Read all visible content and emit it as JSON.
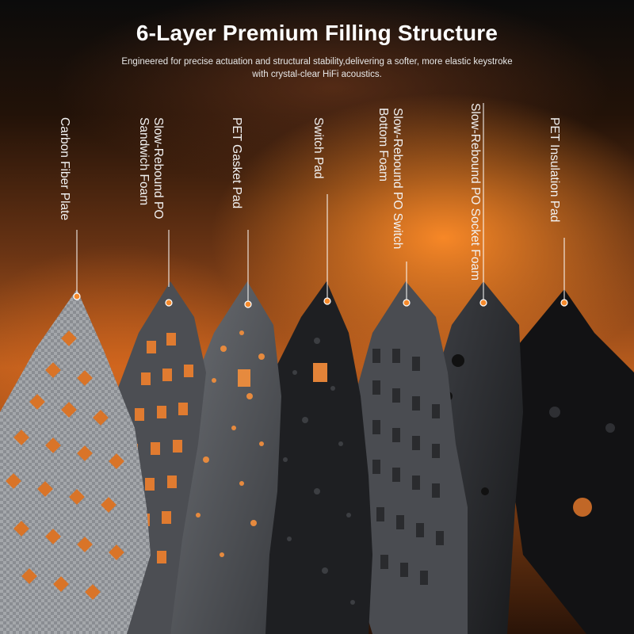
{
  "header": {
    "title": "6-Layer Premium Filling Structure",
    "subtitle": "Engineered for precise actuation and structural stability,delivering a softer, more elastic keystroke with crystal-clear HiFi acoustics."
  },
  "colors": {
    "accent_orange": "#f07a22",
    "leader_dot": "#f58a2c",
    "text_white": "#ffffff"
  },
  "layers": [
    {
      "id": "carbon-fiber-plate",
      "label": "Carbon Fiber Plate",
      "material": "carbon fiber weave",
      "color": "#8e9196"
    },
    {
      "id": "sandwich-foam",
      "label": "Slow-Rebound PO\nSandwich Foam",
      "material": "grey foam",
      "color": "#4f5257"
    },
    {
      "id": "pet-gasket-pad",
      "label": "PET Gasket Pad",
      "material": "grey PET sheet",
      "color": "#5d6065"
    },
    {
      "id": "switch-pad",
      "label": "Switch Pad",
      "material": "black pad",
      "color": "#232427"
    },
    {
      "id": "switch-bottom-foam",
      "label": "Slow-Rebound PO Switch\nBottom Foam",
      "material": "dark grey foam",
      "color": "#3b3d42"
    },
    {
      "id": "socket-foam",
      "label": "Slow-Rebound PO Socket Foam",
      "material": "dark foam",
      "color": "#2b2c30"
    },
    {
      "id": "pet-insulation-pad",
      "label": "PET Insulation Pad",
      "material": "black PET sheet",
      "color": "#141416"
    }
  ]
}
